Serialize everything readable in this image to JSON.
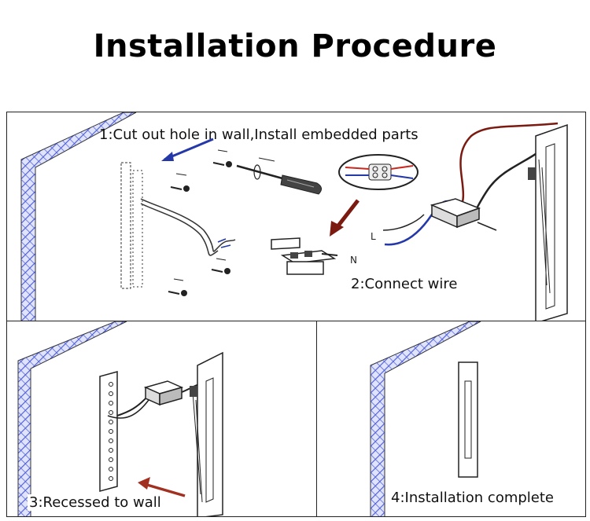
{
  "title": "Installation Procedure",
  "steps": [
    {
      "caption": "1:Cut out hole in wall,Install embedded parts"
    },
    {
      "caption": "2:Connect wire"
    },
    {
      "caption": "3:Recessed to wall"
    },
    {
      "caption": "4:Installation complete"
    }
  ],
  "wire_labels": {
    "l": "L",
    "n": "N"
  },
  "colors": {
    "wall_hatch": "#4a5ad8",
    "wire_red": "#c8281e",
    "wire_blue": "#2438a8",
    "line": "#222222"
  },
  "icons": [
    "wall-section",
    "screwdriver-icon",
    "screw-icon",
    "terminal-block-icon",
    "driver-box-icon",
    "led-step-light-icon",
    "arrow-icon"
  ]
}
